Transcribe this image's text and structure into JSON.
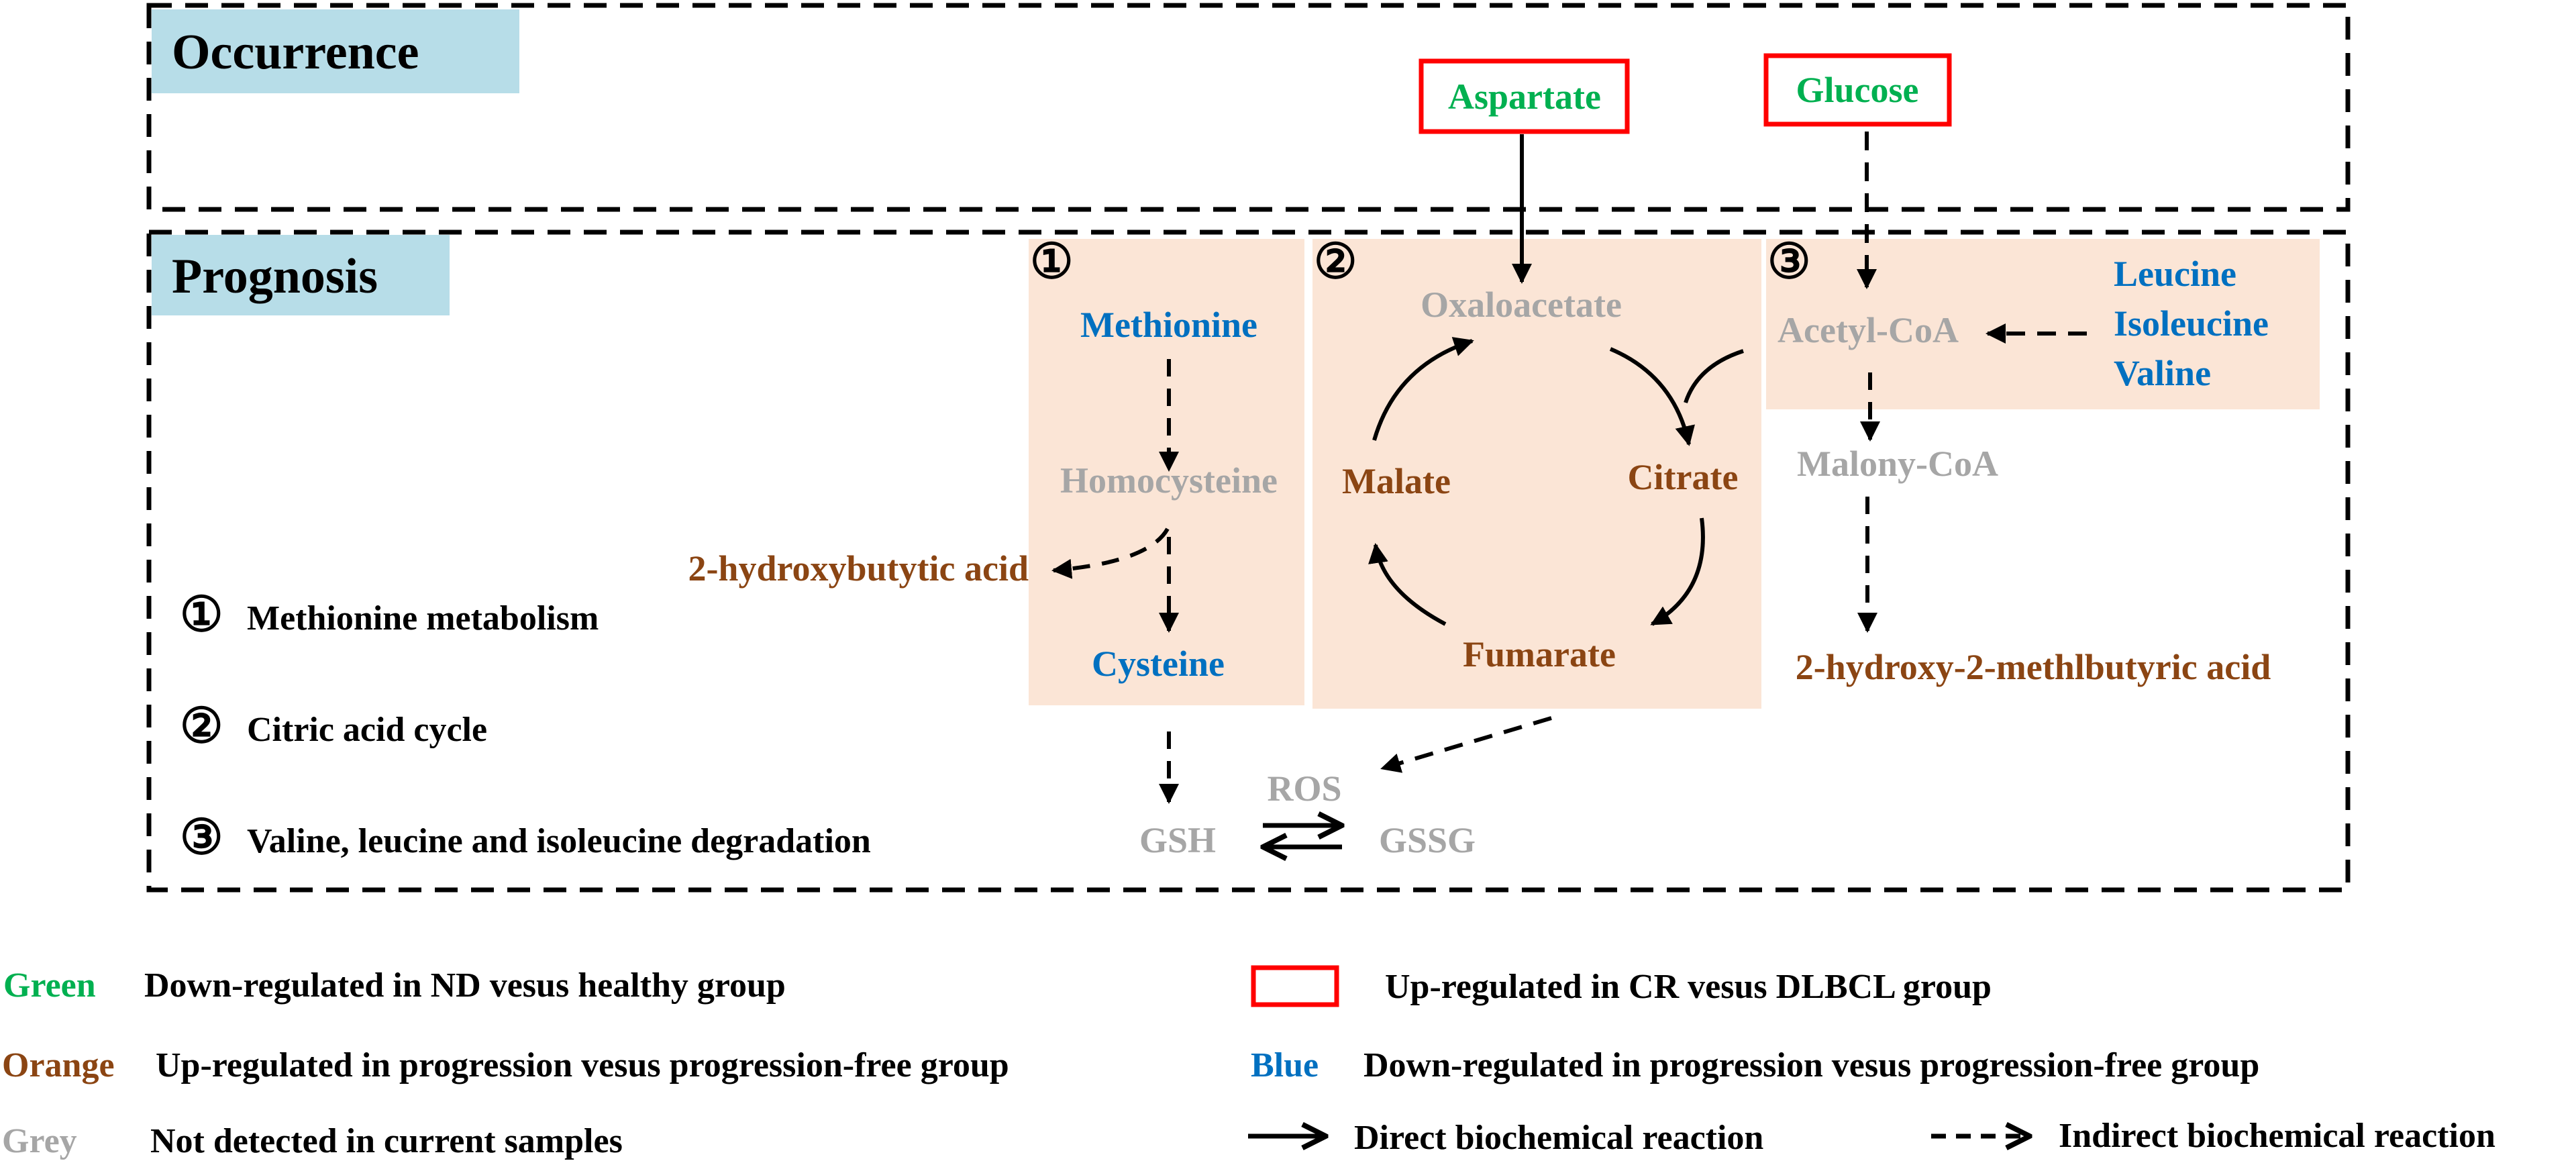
{
  "colors": {
    "green": "#00b050",
    "orange": "#8b4513",
    "grey": "#a6a6a6",
    "blue": "#0070c0",
    "red": "#ff0000",
    "section_header": "#b7dde8",
    "pathway_fill": "#fbe5d6"
  },
  "sections": {
    "occurrence": "Occurrence",
    "prognosis": "Prognosis"
  },
  "pathways": {
    "p1": {
      "marker": "①",
      "name": "Methionine metabolism"
    },
    "p2": {
      "marker": "②",
      "name": "Citric acid cycle"
    },
    "p3": {
      "marker": "③",
      "name": "Valine, leucine and isoleucine degradation"
    }
  },
  "nodes": {
    "aspartate": "Aspartate",
    "glucose": "Glucose",
    "methionine": "Methionine",
    "homocysteine": "Homocysteine",
    "hydroxybutytic": "2-hydroxybutytic acid",
    "cysteine": "Cysteine",
    "oxaloacetate": "Oxaloacetate",
    "malate": "Malate",
    "citrate": "Citrate",
    "fumarate": "Fumarate",
    "acetylcoa": "Acetyl-CoA",
    "leucine": "Leucine",
    "isoleucine": "Isoleucine",
    "valine": "Valine",
    "malonycoa": "Malony-CoA",
    "hydroxymethyl": "2-hydroxy-2-methlbutyric acid",
    "ros": "ROS",
    "gsh": "GSH",
    "gssg": "GSSG"
  },
  "legend": {
    "green_label": "Green",
    "green_text": "Down-regulated in ND vesus healthy group",
    "orange_label": "Orange",
    "orange_text": "Up-regulated in progression vesus progression-free  group",
    "grey_label": "Grey",
    "grey_text": "Not detected in current samples",
    "red_text": "Up-regulated in CR vesus DLBCL group",
    "blue_label": "Blue",
    "blue_text": "Down-regulated  in progression vesus progression-free  group",
    "direct_text": "Direct biochemical reaction",
    "indirect_text": "Indirect biochemical reaction"
  }
}
